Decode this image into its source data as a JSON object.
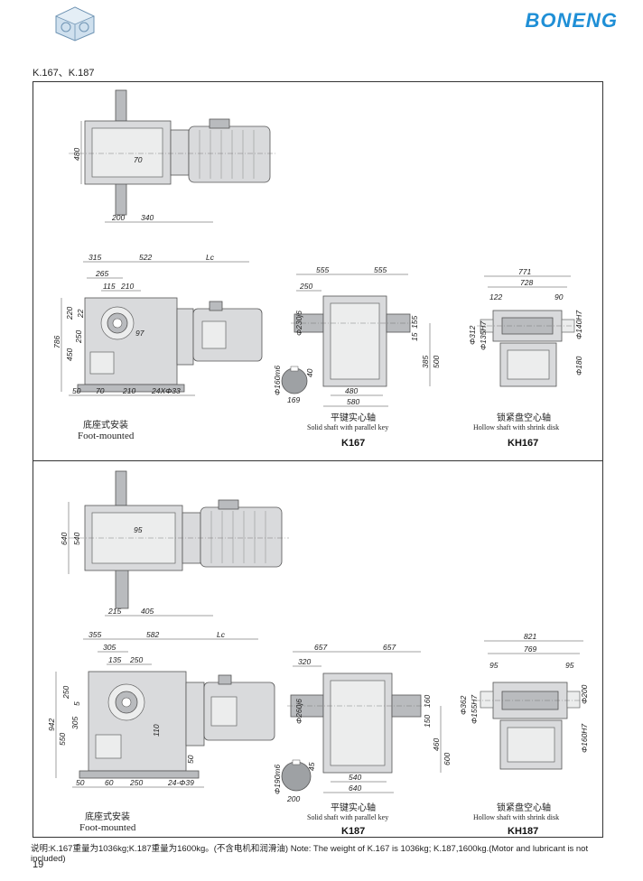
{
  "header": {
    "brand": "BONENG",
    "logo_icon": "gear-cube-icon"
  },
  "model_title": "K.167、K.187",
  "page_number": "19",
  "note": "说明:K.167重量为1036kg;K.187重量为1600kg。(不含电机和润滑油) Note: The weight of K.167 is 1036kg; K.187,1600kg.(Motor and lubricant is not included)",
  "k167": {
    "top_view": {
      "dims": [
        "480",
        "70",
        "200",
        "340"
      ]
    },
    "foot_view": {
      "top_dims": [
        "315",
        "522",
        "Lc",
        "265",
        "115",
        "210"
      ],
      "left_dims": [
        "786",
        "450",
        "250",
        "220",
        "22"
      ],
      "inner_dims": [
        "97"
      ],
      "bottom_dims": [
        "50",
        "70",
        "210",
        "24XΦ33"
      ],
      "caption_cn": "底座式安装",
      "caption_en": "Foot-mounted"
    },
    "solid_view": {
      "top_dims": [
        "555",
        "555",
        "250"
      ],
      "right_dims": [
        "Φ230j6",
        "15",
        "155",
        "385",
        "500"
      ],
      "bottom_dims": [
        "480",
        "580"
      ],
      "key_dims": [
        "Φ160m6",
        "40",
        "169"
      ],
      "caption_cn": "平键实心轴",
      "caption_en": "Solid shaft with parallel key",
      "label": "K167"
    },
    "hollow_view": {
      "top_dims": [
        "771",
        "728",
        "122",
        "90"
      ],
      "side_dims": [
        "Φ312",
        "Φ135H7",
        "Φ140H7",
        "Φ180"
      ],
      "caption_cn": "锁紧盘空心轴",
      "caption_en": "Hollow shaft with shrink disk",
      "label": "KH167"
    }
  },
  "k187": {
    "top_view": {
      "dims": [
        "640",
        "540",
        "95",
        "215",
        "405"
      ]
    },
    "foot_view": {
      "top_dims": [
        "355",
        "582",
        "Lc",
        "305",
        "135",
        "250"
      ],
      "left_dims": [
        "942",
        "550",
        "305",
        "250",
        "5"
      ],
      "inner_dims": [
        "110",
        "50"
      ],
      "bottom_dims": [
        "50",
        "60",
        "250",
        "24-Φ39"
      ],
      "caption_cn": "底座式安装",
      "caption_en": "Foot-mounted"
    },
    "solid_view": {
      "top_dims": [
        "657",
        "657",
        "320"
      ],
      "right_dims": [
        "Φ260j6",
        "150",
        "160",
        "460",
        "600"
      ],
      "bottom_dims": [
        "540",
        "640"
      ],
      "key_dims": [
        "Φ190m6",
        "45",
        "200"
      ],
      "caption_cn": "平键实心轴",
      "caption_en": "Solid shaft with parallel key",
      "label": "K187"
    },
    "hollow_view": {
      "top_dims": [
        "821",
        "769",
        "95",
        "95"
      ],
      "side_dims": [
        "Φ362",
        "Φ155H7",
        "Φ200",
        "Φ160H7"
      ],
      "caption_cn": "锁紧盘空心轴",
      "caption_en": "Hollow shaft with shrink disk",
      "label": "KH187"
    }
  }
}
